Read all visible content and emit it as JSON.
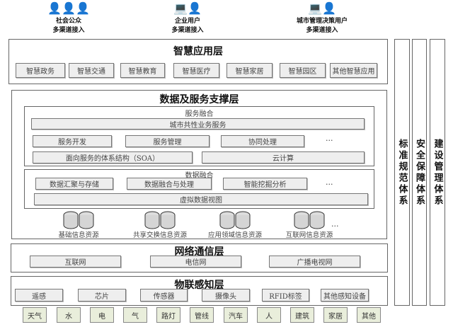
{
  "users": [
    {
      "name": "社会公众",
      "channel": "多渠道接入"
    },
    {
      "name": "企业用户",
      "channel": "多渠道接入"
    },
    {
      "name": "城市管理决策用户",
      "channel": "多渠道接入"
    }
  ],
  "app_layer": {
    "title": "智慧应用层",
    "items": [
      "智慧政务",
      "智慧交通",
      "智慧教育",
      "智慧医疗",
      "智慧家居",
      "智慧园区",
      "其他智慧应用"
    ]
  },
  "data_layer": {
    "title": "数据及服务支撑层",
    "service": {
      "title": "服务融合",
      "common": "城市共性业务服务",
      "row2": [
        "服务开发",
        "服务管理",
        "协同处理"
      ],
      "soa": "面向服务的体系结构（SOA）",
      "cloud": "云计算"
    },
    "data": {
      "title": "数据融合",
      "row": [
        "数据汇聚与存储",
        "数据融合与处理",
        "智能挖掘分析"
      ],
      "view": "虚拟数据视图"
    },
    "resources": [
      "基础信息资源",
      "共享交换信息资源",
      "应用领域信息资源",
      "互联网信息资源"
    ],
    "ellipsis": "···"
  },
  "network_layer": {
    "title": "网络通信层",
    "items": [
      "互联网",
      "电信网",
      "广播电视网"
    ]
  },
  "iot_layer": {
    "title": "物联感知层",
    "items": [
      "遥感",
      "芯片",
      "传感器",
      "摄像头",
      "RFID标签",
      "其他感知设备"
    ]
  },
  "objects": [
    "天气",
    "水",
    "电",
    "气",
    "路灯",
    "管线",
    "汽车",
    "人",
    "建筑",
    "家居",
    "其他"
  ],
  "side": [
    "标准规范体系",
    "安全保障体系",
    "建设管理体系"
  ]
}
